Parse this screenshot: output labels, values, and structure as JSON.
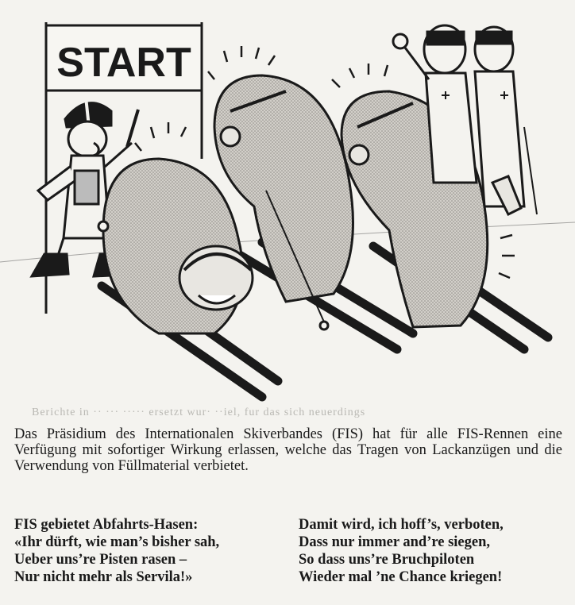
{
  "sign": {
    "text": "START"
  },
  "bleed_through": "Berichte in ·· ··· ····· ersetzt wur· ··iel, fur das sich neuerdings",
  "caption": "Das Präsidium des Internationalen Skiverbandes (FIS) hat für alle FIS-Rennen eine Verfügung mit sofortiger Wirkung erlassen, welche das Tragen von Lackanzügen und die Verwendung von Füllmaterial verbietet.",
  "verse": {
    "left": [
      "FIS gebietet Abfahrts-Hasen:",
      "«Ihr dürft, wie man’s bisher sah,",
      "Ueber uns’re Pisten rasen –",
      "Nur nicht mehr als Servila!»"
    ],
    "right": [
      "Damit wird, ich hoff’s, verboten,",
      "Dass nur immer and’re siegen,",
      "So dass uns’re Bruchpiloten",
      "Wieder mal ’ne Chance kriegen!"
    ]
  },
  "colors": {
    "ink": "#1a1a1a",
    "paper": "#f4f3ef",
    "suit_fill": "#c9c6c0"
  }
}
